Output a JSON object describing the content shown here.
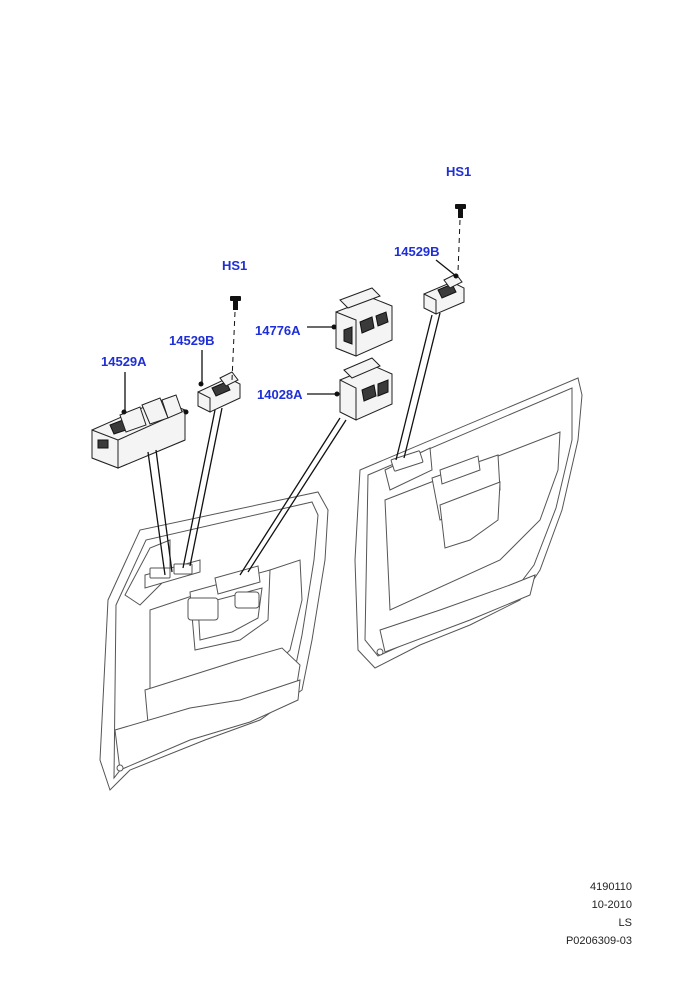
{
  "callouts": {
    "hs1_left": "HS1",
    "hs1_right": "HS1",
    "part_14529a": "14529A",
    "part_14529b_left": "14529B",
    "part_14529b_right": "14529B",
    "part_14776a": "14776A",
    "part_14028a": "14028A"
  },
  "footer": {
    "line1": "4190110",
    "line2": "10-2010",
    "line3": "LS",
    "line4": "P0206309-03"
  },
  "colors": {
    "callout": "#1f2fd6",
    "line": "#111111",
    "footer_text": "#222222"
  }
}
